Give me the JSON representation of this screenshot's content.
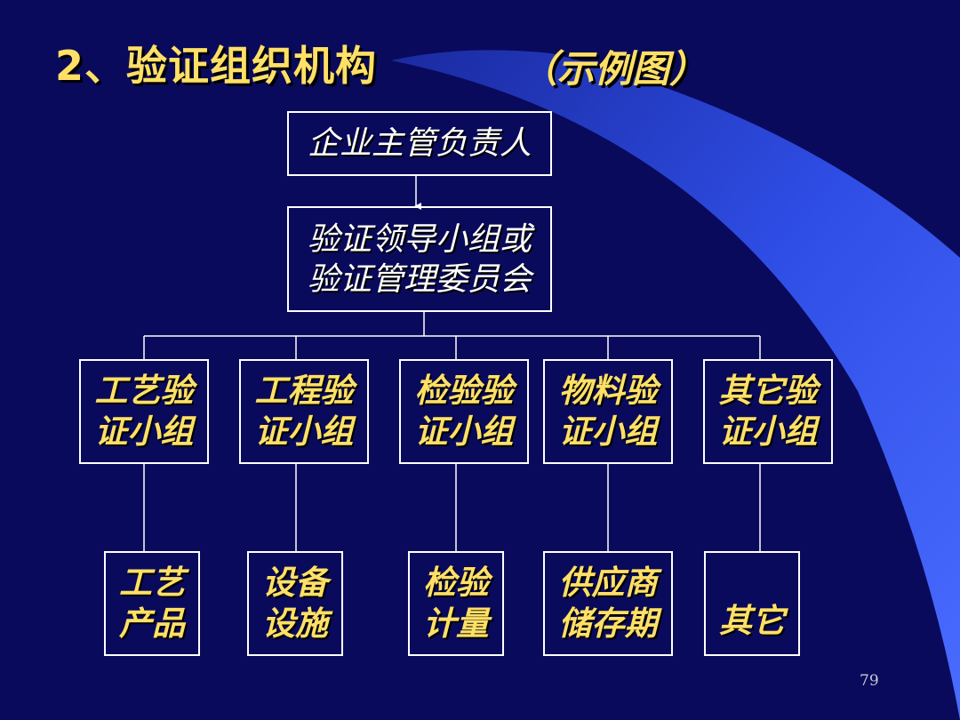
{
  "title": "2、验证组织机构",
  "subtitle": "（示例图）",
  "top": {
    "label": "企业主管负责人"
  },
  "leader": {
    "line1": "验证领导小组或",
    "line2": "验证管理委员会"
  },
  "groups": [
    {
      "line1": "工艺验",
      "line2": "证小组"
    },
    {
      "line1": "工程验",
      "line2": "证小组"
    },
    {
      "line1": "检验验",
      "line2": "证小组"
    },
    {
      "line1": "物料验",
      "line2": "证小组"
    },
    {
      "line1": "其它验",
      "line2": "证小组"
    }
  ],
  "items": [
    {
      "line1": "工艺",
      "line2": "产品"
    },
    {
      "line1": "设备",
      "line2": "设施"
    },
    {
      "line1": "检验",
      "line2": "计量"
    },
    {
      "line1": "供应商",
      "line2": "储存期"
    },
    {
      "line1": "",
      "line2": "其它"
    }
  ],
  "page_number": "79",
  "colors": {
    "background": "#0a0a5c",
    "sweep": "#3a5cf0",
    "text_yellow": "#ffe066",
    "box_line": "#ffffff"
  }
}
